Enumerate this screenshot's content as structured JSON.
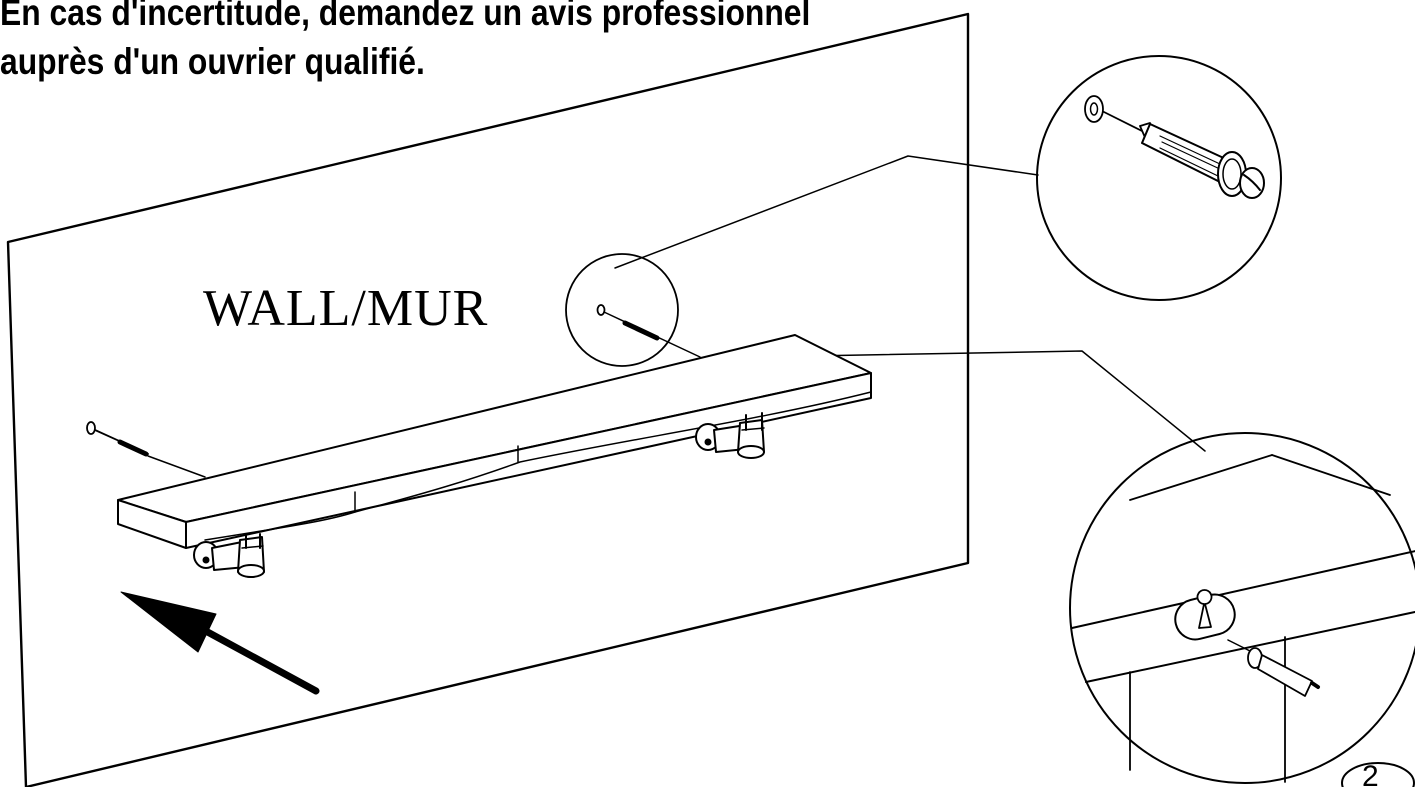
{
  "warning": {
    "line1": "En cas d'incertitude, demandez un avis professionnel",
    "line2": "auprès d'un ouvrier qualifié."
  },
  "wall_label": "WALL/MUR",
  "step_number": "2",
  "colors": {
    "ink": "#000000",
    "paper": "#ffffff"
  }
}
